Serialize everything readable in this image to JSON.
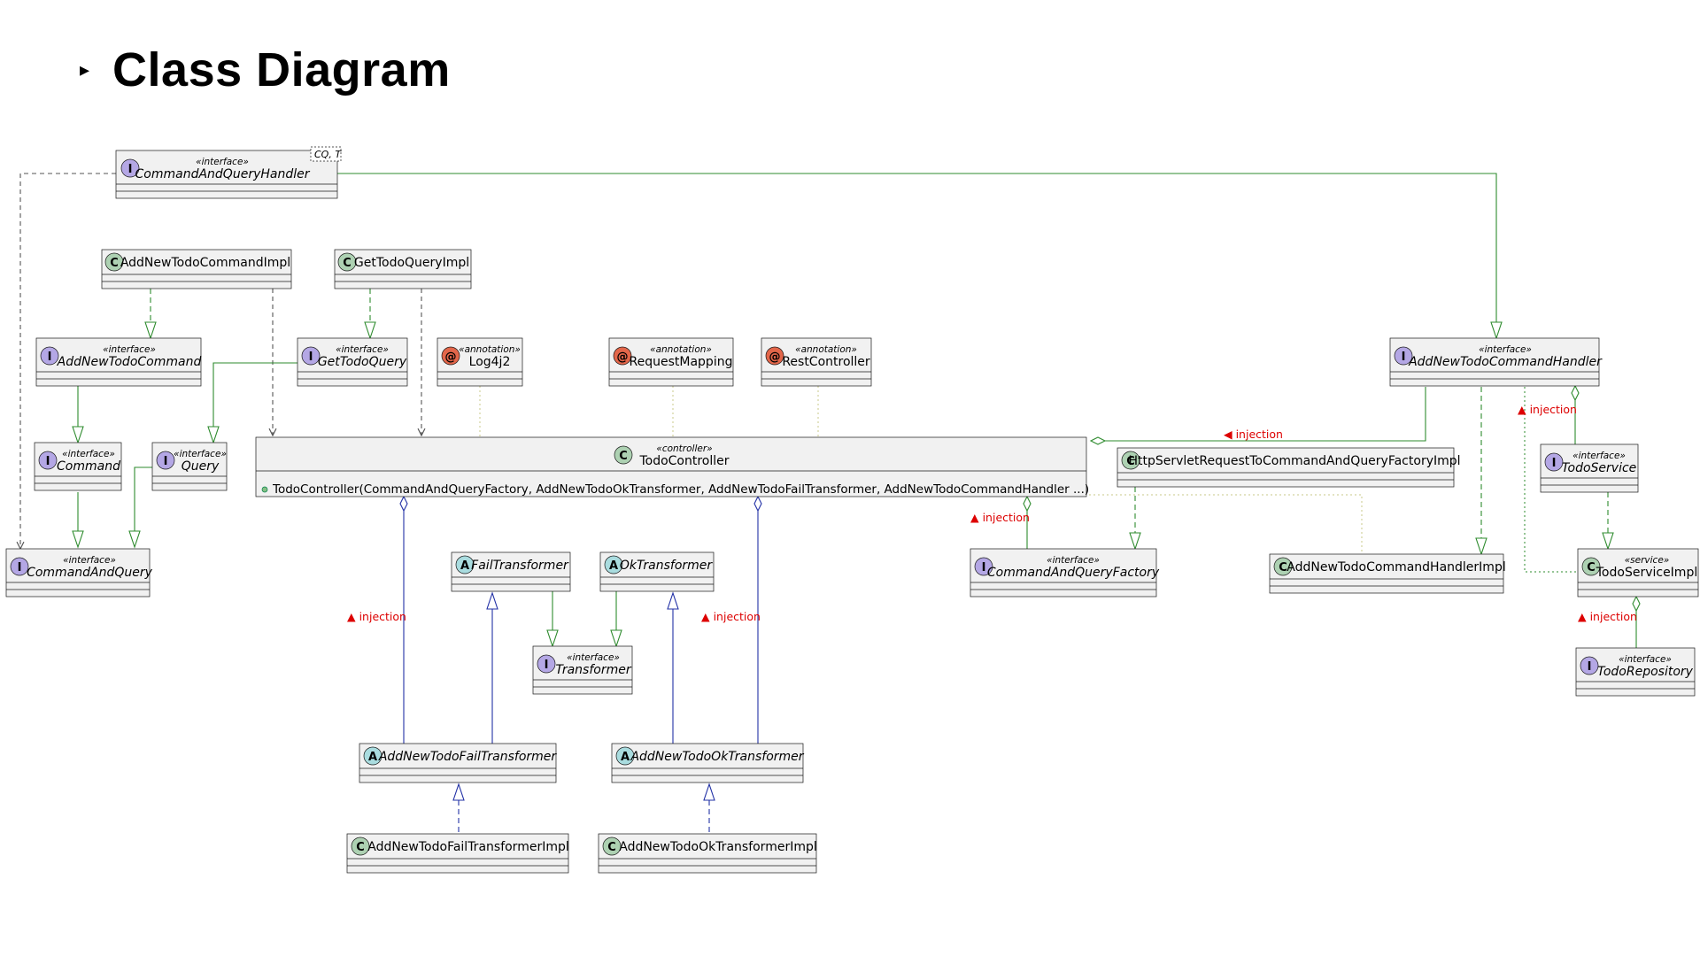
{
  "slide": {
    "bullet": "▸",
    "title": "Class Diagram"
  },
  "classes": {
    "command_and_query_handler": {
      "type": "interface",
      "stereotype": "«interface»",
      "name": "CommandAndQueryHandler",
      "generic_params": "CQ, T"
    },
    "add_new_todo_command_impl": {
      "type": "class",
      "name": "AddNewTodoCommandImpl"
    },
    "get_todo_query_impl": {
      "type": "class",
      "name": "GetTodoQueryImpl"
    },
    "add_new_todo_command": {
      "type": "interface",
      "stereotype": "«interface»",
      "name": "AddNewTodoCommand"
    },
    "get_todo_query": {
      "type": "interface",
      "stereotype": "«interface»",
      "name": "GetTodoQuery"
    },
    "log4j2": {
      "type": "annotation",
      "stereotype": "«annotation»",
      "name": "Log4j2"
    },
    "request_mapping": {
      "type": "annotation",
      "stereotype": "«annotation»",
      "name": "RequestMapping"
    },
    "rest_controller": {
      "type": "annotation",
      "stereotype": "«annotation»",
      "name": "RestController"
    },
    "add_new_todo_command_handler": {
      "type": "interface",
      "stereotype": "«interface»",
      "name": "AddNewTodoCommandHandler"
    },
    "command": {
      "type": "interface",
      "stereotype": "«interface»",
      "name": "Command"
    },
    "query": {
      "type": "interface",
      "stereotype": "«interface»",
      "name": "Query"
    },
    "todo_controller": {
      "type": "class",
      "stereotype": "«controller»",
      "name": "TodoController",
      "member": "TodoController(CommandAndQueryFactory, AddNewTodoOkTransformer, AddNewTodoFailTransformer, AddNewTodoCommandHandler ...)"
    },
    "http_servlet_factory_impl": {
      "type": "class",
      "name": "HttpServletRequestToCommandAndQueryFactoryImpl"
    },
    "todo_service": {
      "type": "interface",
      "stereotype": "«interface»",
      "name": "TodoService"
    },
    "command_and_query": {
      "type": "interface",
      "stereotype": "«interface»",
      "name": "CommandAndQuery"
    },
    "fail_transformer": {
      "type": "abstract",
      "name": "FailTransformer"
    },
    "ok_transformer": {
      "type": "abstract",
      "name": "OkTransformer"
    },
    "command_and_query_factory": {
      "type": "interface",
      "stereotype": "«interface»",
      "name": "CommandAndQueryFactory"
    },
    "add_new_todo_command_handler_impl": {
      "type": "class",
      "name": "AddNewTodoCommandHandlerImpl"
    },
    "todo_service_impl": {
      "type": "class",
      "stereotype": "«service»",
      "name": "TodoServiceImpl"
    },
    "transformer": {
      "type": "interface",
      "stereotype": "«interface»",
      "name": "Transformer"
    },
    "todo_repository": {
      "type": "interface",
      "stereotype": "«interface»",
      "name": "TodoRepository"
    },
    "add_new_todo_fail_transformer": {
      "type": "abstract",
      "name": "AddNewTodoFailTransformer"
    },
    "add_new_todo_ok_transformer": {
      "type": "abstract",
      "name": "AddNewTodoOkTransformer"
    },
    "add_new_todo_fail_transformer_impl": {
      "type": "class",
      "name": "AddNewTodoFailTransformerImpl"
    },
    "add_new_todo_ok_transformer_impl": {
      "type": "class",
      "name": "AddNewTodoOkTransformerImpl"
    }
  },
  "glyphs": {
    "interface": "I",
    "class": "C",
    "abstract": "A",
    "annotation": "@"
  },
  "glyph_colors": {
    "interface": "#b4a7e5",
    "class": "#add1b2",
    "abstract": "#a9dcdf",
    "annotation": "#e3664a"
  },
  "relation_colors": {
    "realization": "#2e8b2e",
    "extension": "#2231a6",
    "aggregation": "#2e8b2e",
    "dependency": "#555555",
    "annotation_link": "#c9c98a"
  },
  "labels": {
    "injection_handler": "◀ injection",
    "injection_service": "▲ injection",
    "injection_factory": "▲ injection",
    "injection_fail": "▲ injection",
    "injection_ok": "▲ injection",
    "injection_repository": "▲ injection"
  }
}
